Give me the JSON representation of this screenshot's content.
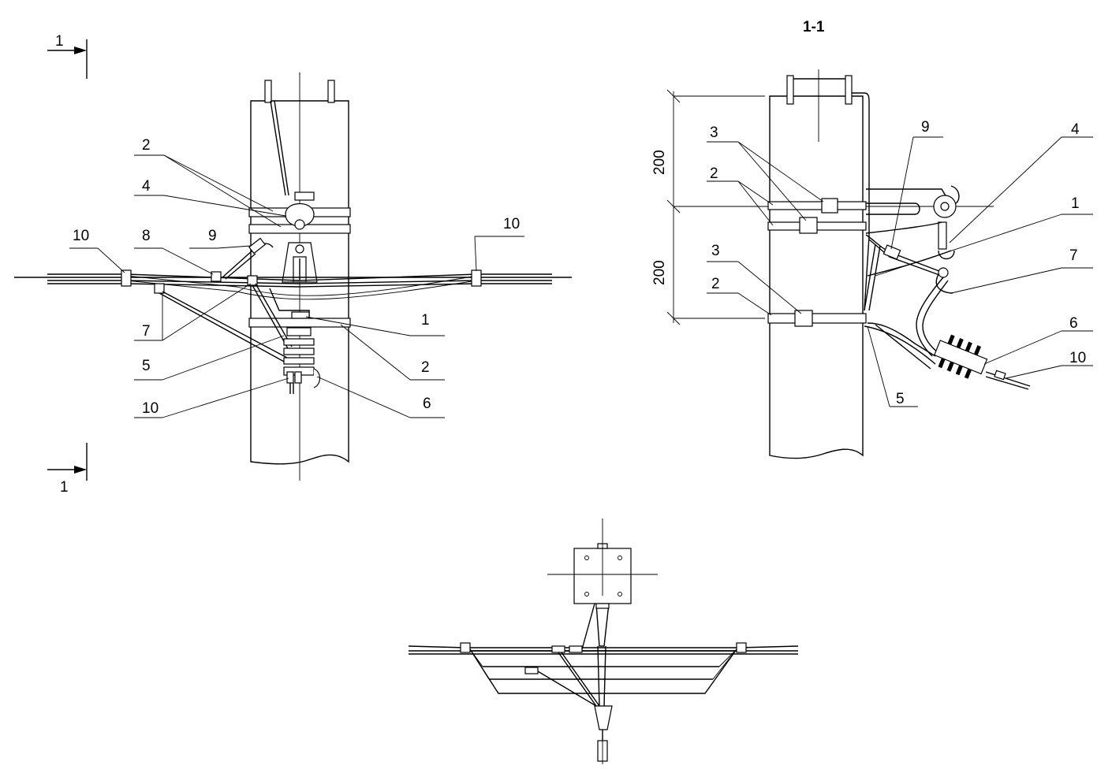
{
  "section_title": "1-1",
  "section_marks": {
    "top": "1",
    "bottom": "1"
  },
  "front_view_labels": {
    "l2a": "2",
    "l4": "4",
    "l10a": "10",
    "l8": "8",
    "l9": "9",
    "l10b": "10",
    "l7": "7",
    "l5": "5",
    "l10c": "10",
    "l1": "1",
    "l2b": "2",
    "l6": "6"
  },
  "side_view_labels": {
    "l3a": "3",
    "l2a": "2",
    "l9": "9",
    "l4": "4",
    "l1": "1",
    "l7": "7",
    "l3b": "3",
    "l2b": "2",
    "l6": "6",
    "l10": "10",
    "l5": "5"
  },
  "dimensions": {
    "upper": "200",
    "lower": "200"
  }
}
